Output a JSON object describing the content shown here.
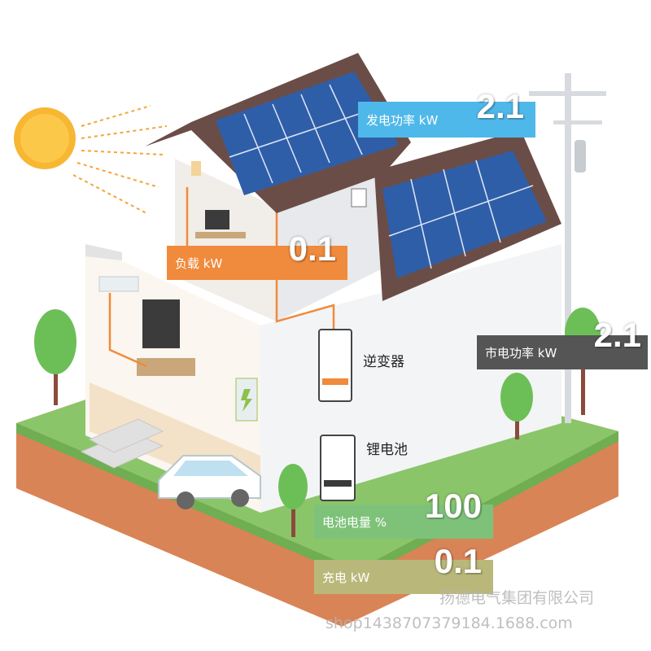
{
  "badges": {
    "generation": {
      "label": "发电功率  kW",
      "value": "2.1",
      "color": "#4fb8ea"
    },
    "load": {
      "label": "负载  kW",
      "value": "0.1",
      "color": "#f08a3c"
    },
    "grid": {
      "label": "市电功率  kW",
      "value": "2.1",
      "color": "#555555"
    },
    "battery_level": {
      "label": "电池电量 %",
      "value": "100",
      "color": "#7ec27a"
    },
    "charge": {
      "label": "充电  kW",
      "value": "0.1",
      "color": "#b9b87a"
    }
  },
  "labels": {
    "inverter": "逆变器",
    "battery": "锂电池"
  },
  "watermark": {
    "company": "扬德电气集团有限公司",
    "shop": "shop1438707379184.1688.com"
  }
}
